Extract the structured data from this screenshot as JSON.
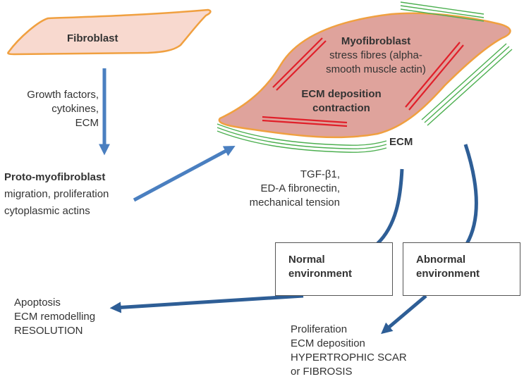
{
  "fibroblast": {
    "label": "Fibroblast"
  },
  "step1": {
    "lines": [
      "Growth factors,",
      "cytokines,",
      "ECM"
    ]
  },
  "proto": {
    "title": "Proto-myofibroblast",
    "line1": "migration, proliferation",
    "line2": "cytoplasmic actins"
  },
  "myofibroblast": {
    "title": "Myofibroblast",
    "line1": "stress fibres (alpha-",
    "line2": "smooth muscle actin)",
    "action1": "ECM deposition",
    "action2": "contraction"
  },
  "ecm_label": "ECM",
  "step2": {
    "lines": [
      "TGF-β1,",
      "ED-A fibronectin,",
      "mechanical tension"
    ]
  },
  "normal": {
    "line1": "Normal",
    "line2": "environment"
  },
  "abnormal": {
    "line1": "Abnormal",
    "line2": "environment"
  },
  "resolution": {
    "lines": [
      "Apoptosis",
      "ECM remodelling",
      "RESOLUTION"
    ]
  },
  "fibrosis": {
    "lines": [
      "Proliferation",
      "ECM deposition",
      "HYPERTROPHIC SCAR",
      "or FIBROSIS"
    ]
  },
  "colors": {
    "cell_fill": "#f8d9cf",
    "myo_fill": "#dfa39c",
    "cell_stroke": "#f0a040",
    "stress_fibre": "#e0202a",
    "ecm_fibre": "#4caf50",
    "arrow_light": "#4a7fc0",
    "arrow_dark": "#2e5e96"
  }
}
